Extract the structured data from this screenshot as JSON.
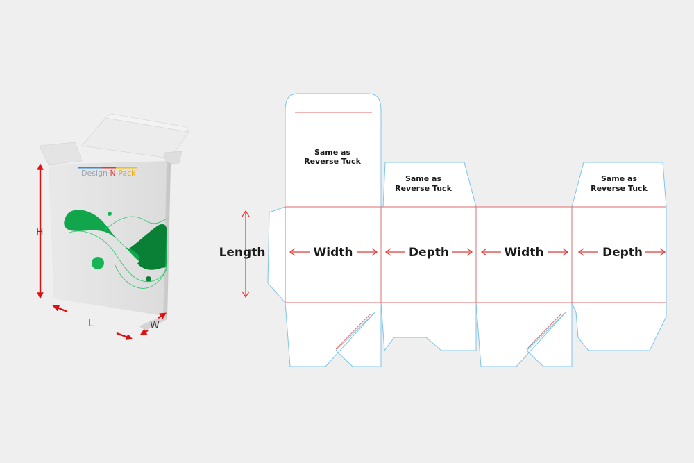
{
  "box_mockup": {
    "brand_text": "Design N Pack",
    "brand_part1": "Design",
    "brand_part2": "N",
    "brand_part3": "Pack",
    "dimension_labels": {
      "height": "H",
      "length": "L",
      "width": "W"
    },
    "colors": {
      "arrow": "#e01010",
      "graphic_dark": "#0a8f3c",
      "graphic_light": "#3ddc84",
      "stripe_blue": "#2f8ed8",
      "stripe_red": "#e23a3a",
      "stripe_yellow": "#f2c200"
    }
  },
  "dieline": {
    "length_label": "Length",
    "panels": [
      {
        "label": "Width"
      },
      {
        "label": "Depth"
      },
      {
        "label": "Width"
      },
      {
        "label": "Depth"
      }
    ],
    "top_flaps": [
      {
        "line1": "Same as",
        "line2": "Reverse Tuck"
      },
      {
        "line1": "Same as",
        "line2": "Reverse Tuck"
      },
      {
        "line1": "Same as",
        "line2": "Reverse Tuck"
      }
    ],
    "colors": {
      "cut_line": "#7cc4ea",
      "fold_line": "#e06a6a",
      "arrow": "#e03a3a"
    }
  }
}
